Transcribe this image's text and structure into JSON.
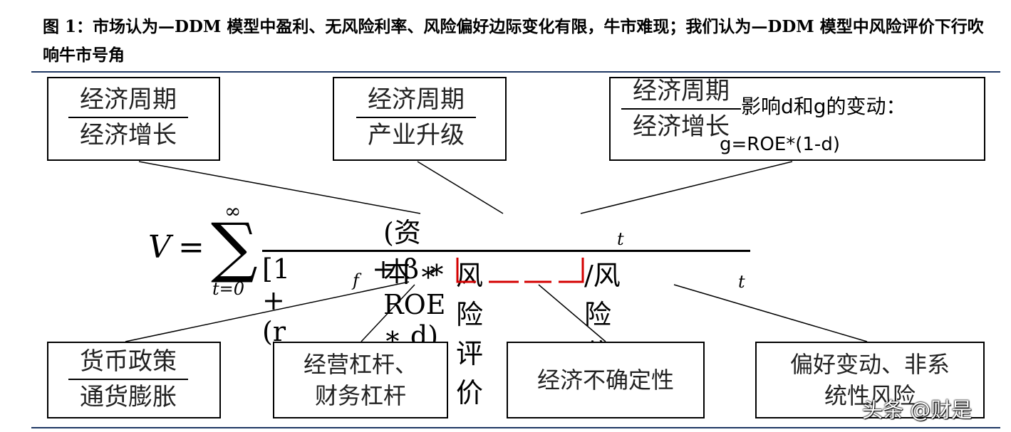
{
  "header": {
    "title": "图 1：市场认为—DDM 模型中盈利、无风险利率、风险偏好边际变化有限，牛市难现；我们认为—DDM 模型中风险评价下行吹响牛市号角"
  },
  "boxes_top": [
    {
      "num": "经济周期",
      "den": "经济增长"
    },
    {
      "num": "经济周期",
      "den": "产业升级"
    },
    {
      "num": "经济周期",
      "den": "经济增长",
      "suffix": "影响d和g的变动：",
      "formula": "g=ROE*(1-d)"
    }
  ],
  "formula": {
    "lhs": "V",
    "eq": "=",
    "sum": "∑",
    "sum_upper": "∞",
    "sum_lower": "t=0",
    "numerator": "(资本 ∗ ROE ∗ d)",
    "numerator_sub": "t",
    "den_open": "[1 + (r",
    "den_rsub": "f",
    "den_mid": " + β ∗ ",
    "den_highlight": "风险评价",
    "den_tail": "/风险偏好]",
    "den_sub": "t"
  },
  "boxes_bottom": [
    {
      "num": "货币政策",
      "den": "通货膨胀"
    },
    {
      "text": "经营杠杆、\n财务杠杆"
    },
    {
      "text": "经济不确定性"
    },
    {
      "text": "偏好变动、非系\n统性风险"
    }
  ],
  "watermark": "头条 @财是",
  "colors": {
    "rule": "#1f3864",
    "highlight": "#d40000"
  }
}
